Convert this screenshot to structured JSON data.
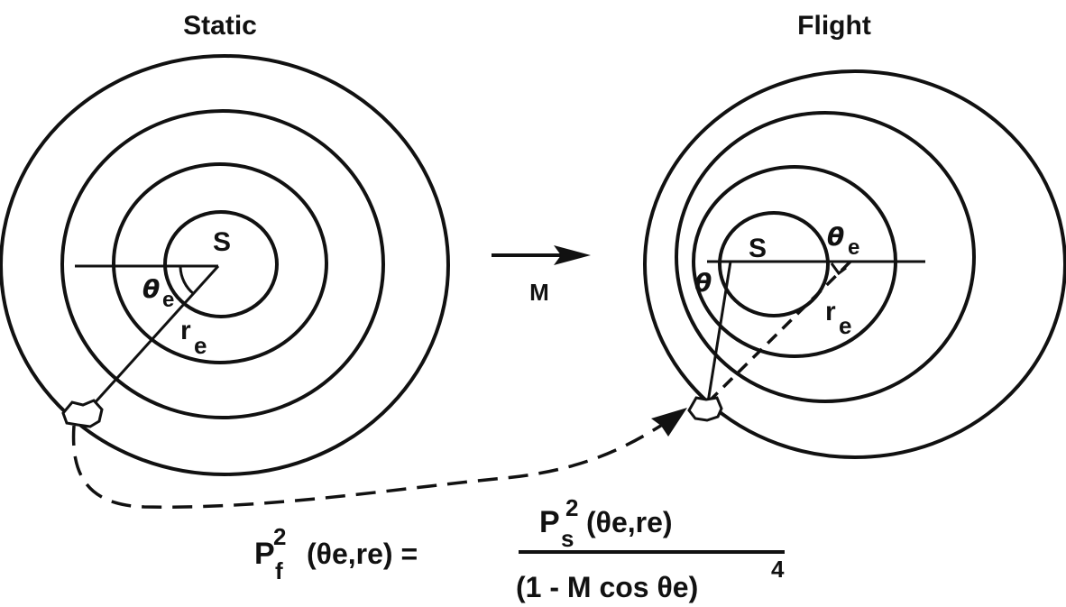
{
  "titles": {
    "static": "Static",
    "flight": "Flight"
  },
  "labels": {
    "source": "S",
    "theta": "θ",
    "theta_sub": "e",
    "r": "r",
    "r_sub": "e",
    "mach": "M"
  },
  "equation": {
    "lhs_p": "P",
    "lhs_sub": "f",
    "lhs_sup": "2",
    "lhs_args": "(θe,re) =",
    "num_p": "P",
    "num_sub": "s",
    "num_sup": "2",
    "num_args": "(θe,re)",
    "den": "(1 - M cos θe)",
    "den_sup": "4"
  }
}
